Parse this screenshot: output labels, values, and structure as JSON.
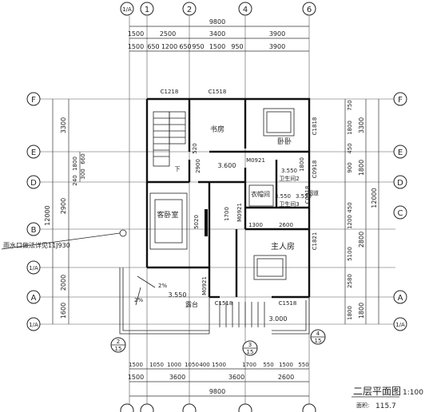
{
  "axes": {
    "top": [
      "1/A",
      "1",
      "2",
      "4",
      "6"
    ],
    "left": [
      "F",
      "E",
      "D",
      "B",
      "1/A",
      "A",
      "1/A"
    ],
    "right": [
      "F",
      "E",
      "D",
      "C",
      "A",
      "1/A"
    ]
  },
  "dims": {
    "top_total": "9800",
    "top_row1": [
      "1500",
      "2500",
      "3400",
      "3900"
    ],
    "top_row2": [
      "1500",
      "650",
      "1200",
      "650",
      "950",
      "1500",
      "950",
      "3900"
    ],
    "bottom_row1": [
      "1500",
      "1050",
      "1000",
      "1050",
      "400",
      "1500",
      "1700",
      "550",
      "1500",
      "550"
    ],
    "bottom_row2": [
      "1500",
      "3600",
      "3600",
      "2600"
    ],
    "bottom_total": "9800",
    "left_total": "12000",
    "left_outer": [
      "3300",
      "2900",
      "2000",
      "1600"
    ],
    "left_inner": [
      "1800",
      "240",
      "300",
      "660"
    ],
    "right_total": "12000",
    "right_inner": [
      "750",
      "1800",
      "450",
      "900",
      "450",
      "1200",
      "5100",
      "2580",
      "1800"
    ],
    "right_outer": [
      "3300",
      "1800",
      "2800",
      "1800"
    ],
    "interior": [
      "520",
      "2900",
      "5020",
      "1700",
      "1300",
      "2600",
      "1800"
    ]
  },
  "rooms": {
    "study": "书房",
    "bedroom_secondary": "卧卧",
    "bedroom_guest": "客卧室",
    "closet": "衣帽间",
    "master": "主人房",
    "terrace": "露台",
    "bath2": "卫生间2",
    "bath3": "卫生间3",
    "down": "下",
    "shaft": "烟道"
  },
  "labels": {
    "windows": [
      "C1218",
      "C1518",
      "C1818",
      "C0918",
      "C0918",
      "C1821",
      "C1518",
      "C1518"
    ],
    "doors": [
      "M0921",
      "M0921",
      "M0921"
    ],
    "elevations": [
      "3.600",
      "3.550",
      "3.550",
      "3.550",
      "3.000"
    ],
    "side_note": "雨水口做法详见11J930",
    "slope": [
      "2%",
      "2%"
    ]
  },
  "bubbles": [
    {
      "num": "2",
      "den": "15"
    },
    {
      "num": "3",
      "den": "15"
    },
    {
      "num": "4",
      "den": "15"
    }
  ],
  "title": {
    "name": "二层平面图",
    "scale": "1:100",
    "area_label": "面积:",
    "area_value": "115.7"
  }
}
